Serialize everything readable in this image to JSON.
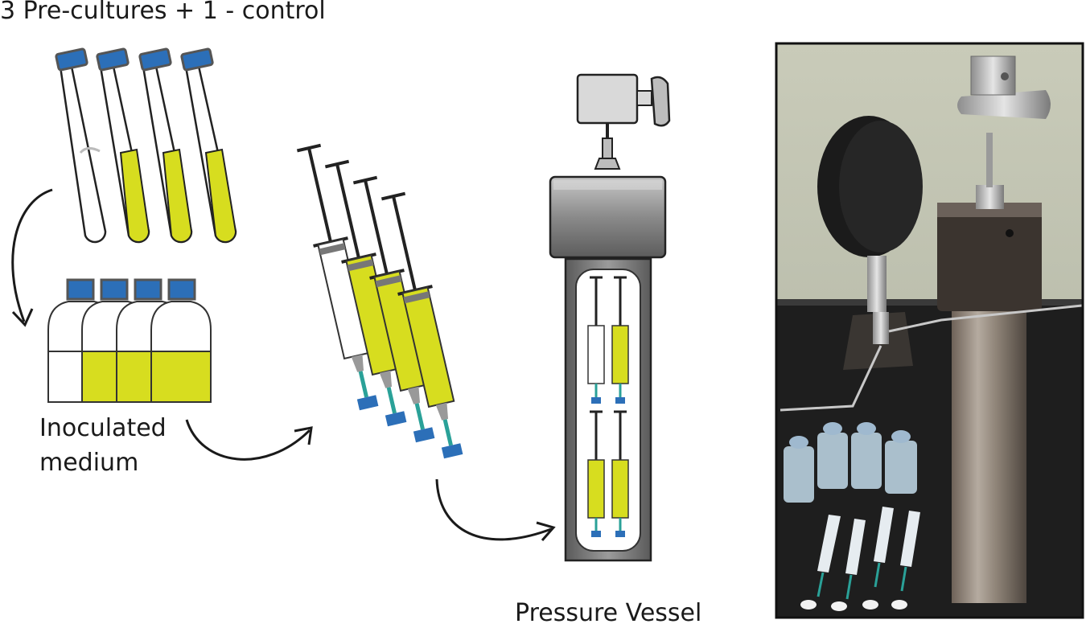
{
  "title": "3 Pre-cultures + 1 - control",
  "inoculated": {
    "line1": "Inoculated",
    "line2": "medium"
  },
  "vessel_label": "Pressure Vessel",
  "colors": {
    "medium": "#d7dd1f",
    "cap": "#2c6fb8",
    "needle": "#2aa198",
    "vessel_dark": "#6b6b6b",
    "gauge": "#d9d9d9"
  }
}
